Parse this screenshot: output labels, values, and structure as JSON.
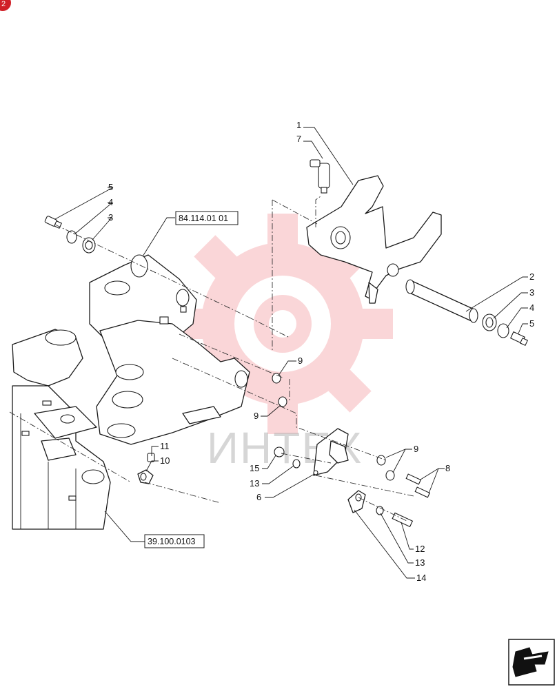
{
  "page_badge": "2",
  "watermark": {
    "text": "ИНТЕХ",
    "logo_color": "#e8252c",
    "text_color": "#9e9e9e"
  },
  "reference_boxes": [
    "84.114.01 01",
    "39.100.0103"
  ],
  "callouts": [
    {
      "id": "c1",
      "number": "1"
    },
    {
      "id": "c7",
      "number": "7"
    },
    {
      "id": "c5a",
      "number": "5"
    },
    {
      "id": "c4a",
      "number": "4"
    },
    {
      "id": "c3a",
      "number": "3"
    },
    {
      "id": "c2",
      "number": "2"
    },
    {
      "id": "c3b",
      "number": "3"
    },
    {
      "id": "c4b",
      "number": "4"
    },
    {
      "id": "c5b",
      "number": "5"
    },
    {
      "id": "c9a",
      "number": "9"
    },
    {
      "id": "c9b",
      "number": "9"
    },
    {
      "id": "c9c",
      "number": "9"
    },
    {
      "id": "c8",
      "number": "8"
    },
    {
      "id": "c11",
      "number": "11"
    },
    {
      "id": "c10",
      "number": "10"
    },
    {
      "id": "c15",
      "number": "15"
    },
    {
      "id": "c13a",
      "number": "13"
    },
    {
      "id": "c6",
      "number": "6"
    },
    {
      "id": "c12",
      "number": "12"
    },
    {
      "id": "c13b",
      "number": "13"
    },
    {
      "id": "c14",
      "number": "14"
    }
  ],
  "nav_icon": "next-page-arrow-icon"
}
